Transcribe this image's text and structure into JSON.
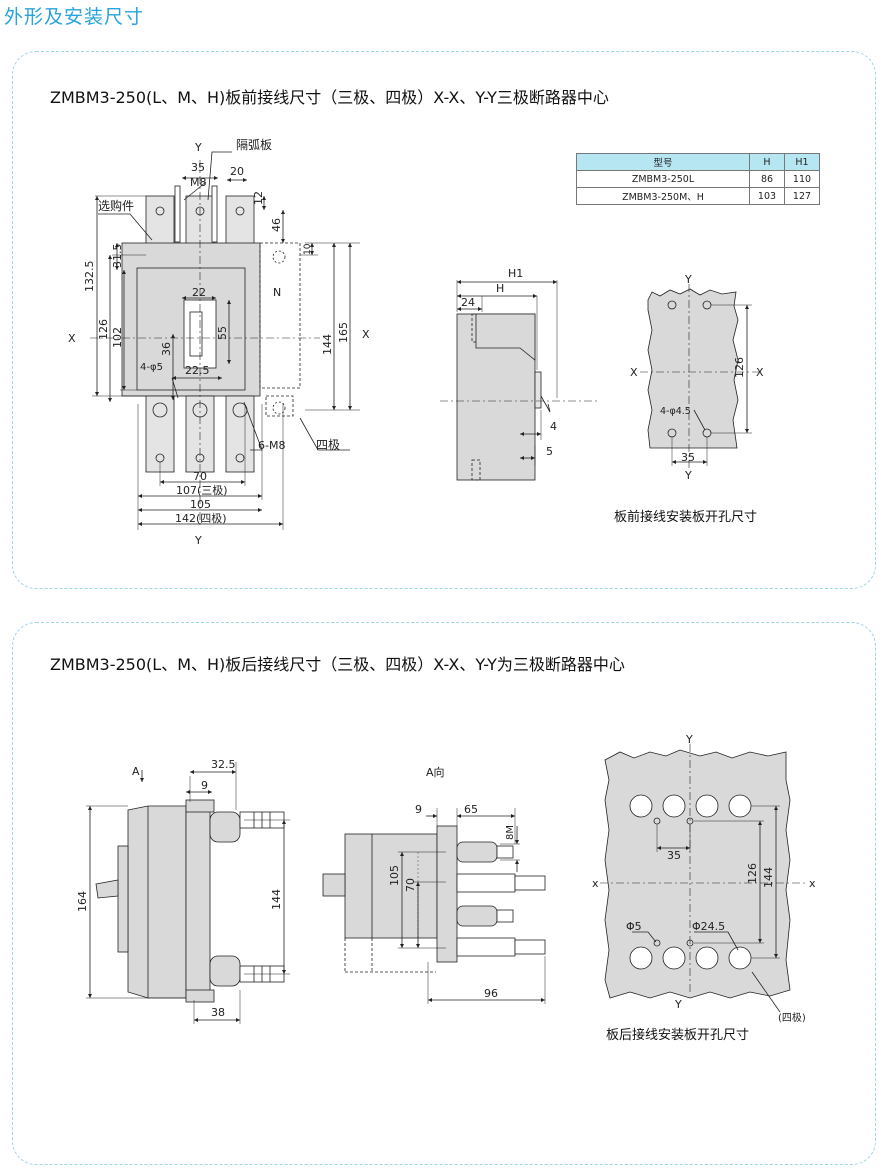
{
  "page_title": "外形及安装尺寸",
  "section1": {
    "title": "ZMBM3-250(L、M、H)板前接线尺寸（三极、四极）X-X、Y-Y三极断路器中心",
    "table": {
      "headers": [
        "型号",
        "H",
        "H1"
      ],
      "rows": [
        [
          "ZMBM3-250L",
          "86",
          "110"
        ],
        [
          "ZMBM3-250M、H",
          "103",
          "127"
        ]
      ]
    },
    "front_view": {
      "labels": {
        "y_top": "Y",
        "y_bottom": "Y",
        "x_left": "X",
        "x_right": "X",
        "n": "N",
        "arc_plate": "隔弧板",
        "optional": "选购件",
        "four_pole": "四极",
        "screw": "6-M8",
        "hole": "4-φ5",
        "m8": "M8"
      },
      "dims": {
        "d35": "35",
        "d20": "20",
        "d12": "12",
        "d46": "46",
        "d10": "10",
        "d132_5": "132.5",
        "d31_5": "31.5",
        "d22": "22",
        "d55": "55",
        "d126": "126",
        "d102": "102",
        "d36": "36",
        "d22_5": "22.5",
        "d144": "144",
        "d165": "165",
        "d70": "70",
        "d107": "107(三极)",
        "d105": "105",
        "d142": "142(四极)"
      }
    },
    "side_view": {
      "labels": {
        "h1": "H1",
        "h": "H",
        "d24": "24",
        "d4": "4",
        "d5": "5"
      }
    },
    "panel_cutout": {
      "labels": {
        "y_top": "Y",
        "y_bottom": "Y",
        "x_left": "X",
        "x_right": "X",
        "hole": "4-φ4.5",
        "d126": "126",
        "d35": "35"
      },
      "caption": "板前接线安装板开孔尺寸"
    }
  },
  "section2": {
    "title": "ZMBM3-250(L、M、H)板后接线尺寸（三极、四极）X-X、Y-Y为三极断路器中心",
    "side_view": {
      "labels": {
        "a": "A",
        "d32_5": "32.5",
        "d9": "9",
        "d164": "164",
        "d144": "144",
        "d38": "38"
      }
    },
    "a_view": {
      "labels": {
        "title": "A向",
        "d9": "9",
        "d65": "65",
        "d8m": "8M",
        "d105": "105",
        "d70": "70",
        "d96": "96"
      }
    },
    "panel_cutout": {
      "labels": {
        "y_top": "Y",
        "y_bottom": "Y",
        "x_left": "x",
        "x_right": "x",
        "d35": "35",
        "d126": "126",
        "d144": "144",
        "phi5": "Φ5",
        "phi24_5": "Φ24.5",
        "four_pole": "(四极)"
      },
      "caption": "板后接线安装板开孔尺寸"
    }
  },
  "colors": {
    "accent": "#29a3dd",
    "panel_border": "#9fd3ea",
    "body_gray": "#d9d9d9",
    "header_cyan": "#b7e6f3"
  }
}
